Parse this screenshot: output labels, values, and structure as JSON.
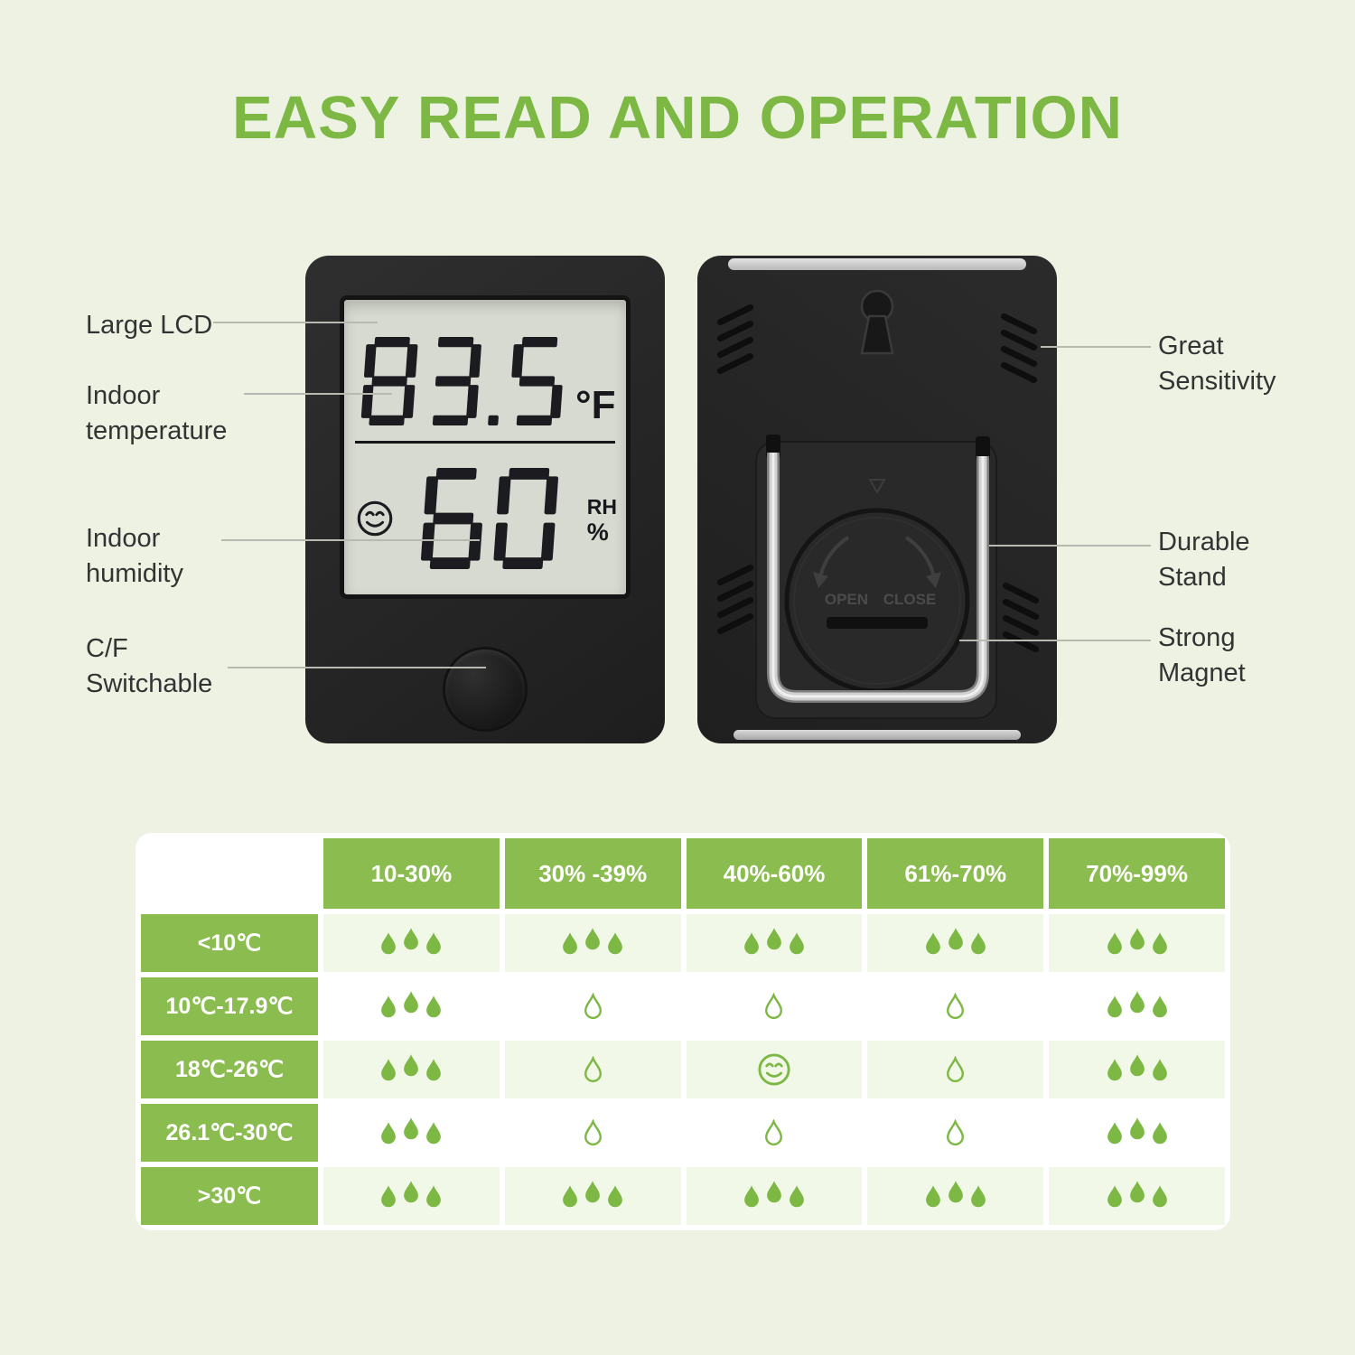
{
  "page": {
    "title": "EASY READ AND OPERATION"
  },
  "colors": {
    "accent_green": "#7cb843",
    "table_green": "#8bbc4f",
    "background": "#edf2e3",
    "device_black": "#242424",
    "lcd_background": "#d7dad1"
  },
  "device_front": {
    "temperature": "83.5",
    "temperature_unit": "°F",
    "humidity": "60",
    "humidity_unit_top": "RH",
    "humidity_unit_bottom": "%"
  },
  "device_back": {
    "battery_open": "OPEN",
    "battery_close": "CLOSE"
  },
  "callouts": {
    "left": [
      {
        "label": "Large LCD"
      },
      {
        "label": "Indoor\ntemperature"
      },
      {
        "label": "Indoor\nhumidity"
      },
      {
        "label": "C/F\nSwitchable"
      }
    ],
    "right": [
      {
        "label": "Great\nSensitivity"
      },
      {
        "label": "Durable\nStand"
      },
      {
        "label": "Strong\nMagnet"
      }
    ]
  },
  "comfort_table": {
    "humidity_headers": [
      "10-30%",
      "30% -39%",
      "40%-60%",
      "61%-70%",
      "70%-99%"
    ],
    "temperature_rows": [
      "<10℃",
      "10℃-17.9℃",
      "18℃-26℃",
      "26.1℃-30℃",
      ">30℃"
    ],
    "cells": [
      [
        "drops3",
        "drops3",
        "drops3",
        "drops3",
        "drops3"
      ],
      [
        "drops3",
        "drop1",
        "drop1",
        "drop1",
        "drops3"
      ],
      [
        "drops3",
        "drop1",
        "smiley",
        "drop1",
        "drops3"
      ],
      [
        "drops3",
        "drop1",
        "drop1",
        "drop1",
        "drops3"
      ],
      [
        "drops3",
        "drops3",
        "drops3",
        "drops3",
        "drops3"
      ]
    ],
    "icons": {
      "drops3": "three-filled-humidity-drops",
      "drop1": "single-outline-humidity-drop",
      "smiley": "comfort-smiley-face"
    }
  }
}
